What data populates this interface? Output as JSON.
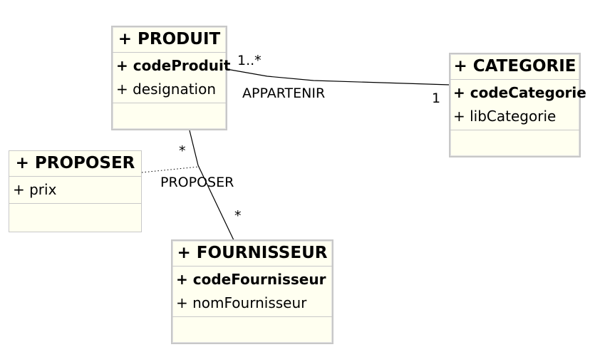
{
  "entities": {
    "produit": {
      "title": "+ PRODUIT",
      "attributes": [
        {
          "text": "+ codeProduit",
          "key": true
        },
        {
          "text": "+ designation",
          "key": false
        }
      ]
    },
    "categorie": {
      "title": "+ CATEGORIE",
      "attributes": [
        {
          "text": "+ codeCategorie",
          "key": true
        },
        {
          "text": "+ libCategorie",
          "key": false
        }
      ]
    },
    "proposer": {
      "title": "+ PROPOSER",
      "attributes": [
        {
          "text": "+ prix",
          "key": false
        }
      ]
    },
    "fournisseur": {
      "title": "+ FOURNISSEUR",
      "attributes": [
        {
          "text": "+ codeFournisseur",
          "key": true
        },
        {
          "text": "+ nomFournisseur",
          "key": false
        }
      ]
    }
  },
  "associations": {
    "appartenir": {
      "name": "APPARTENIR",
      "cardinality_produit": "1..*",
      "cardinality_categorie": "1"
    },
    "proposer": {
      "name": "PROPOSER",
      "cardinality_produit": "*",
      "cardinality_fournisseur": "*"
    }
  }
}
